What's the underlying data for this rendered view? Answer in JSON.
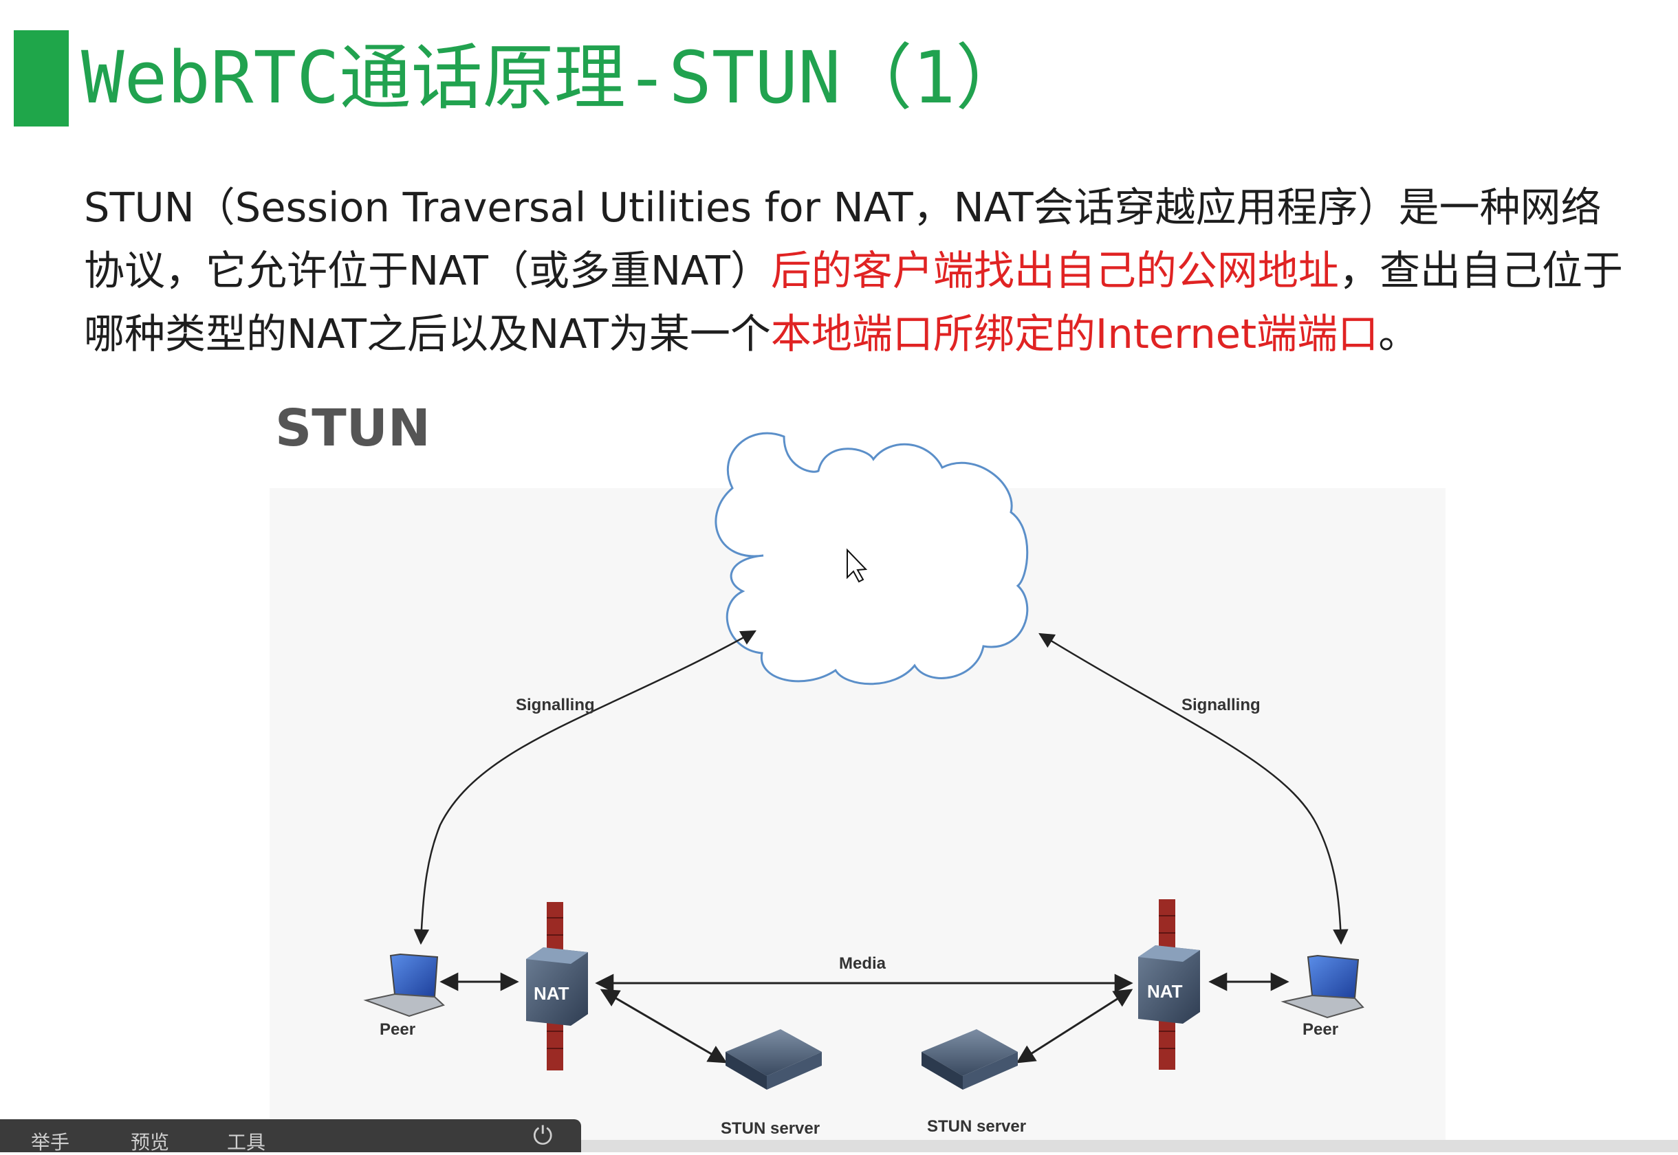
{
  "slide": {
    "title": "WebRTC通话原理-STUN（1）",
    "desc_part1": "STUN（Session Traversal Utilities for NAT，NAT会话穿越应用程序）是一种网络协议，它允许位于NAT（或多重NAT）",
    "desc_red1": "后的客户端找出自己的公网地址",
    "desc_part2": "，查出自己位于哪种类型的NAT之后以及NAT为某一个",
    "desc_red2": "本地端口所绑定的Internet端端口",
    "desc_end": "。",
    "accent_color": "#21a24f",
    "highlight_color": "#e02323"
  },
  "diagram": {
    "heading": "STUN",
    "signalling_left": "Signalling",
    "signalling_right": "Signalling",
    "media_label": "Media",
    "nat_left": "NAT",
    "nat_right": "NAT",
    "peer_left": "Peer",
    "peer_right": "Peer",
    "stun_server_left": "STUN server",
    "stun_server_right": "STUN server"
  },
  "taskbar": {
    "item1": "举手",
    "item2": "预览",
    "item3": "工具",
    "power_icon": "⏻"
  }
}
